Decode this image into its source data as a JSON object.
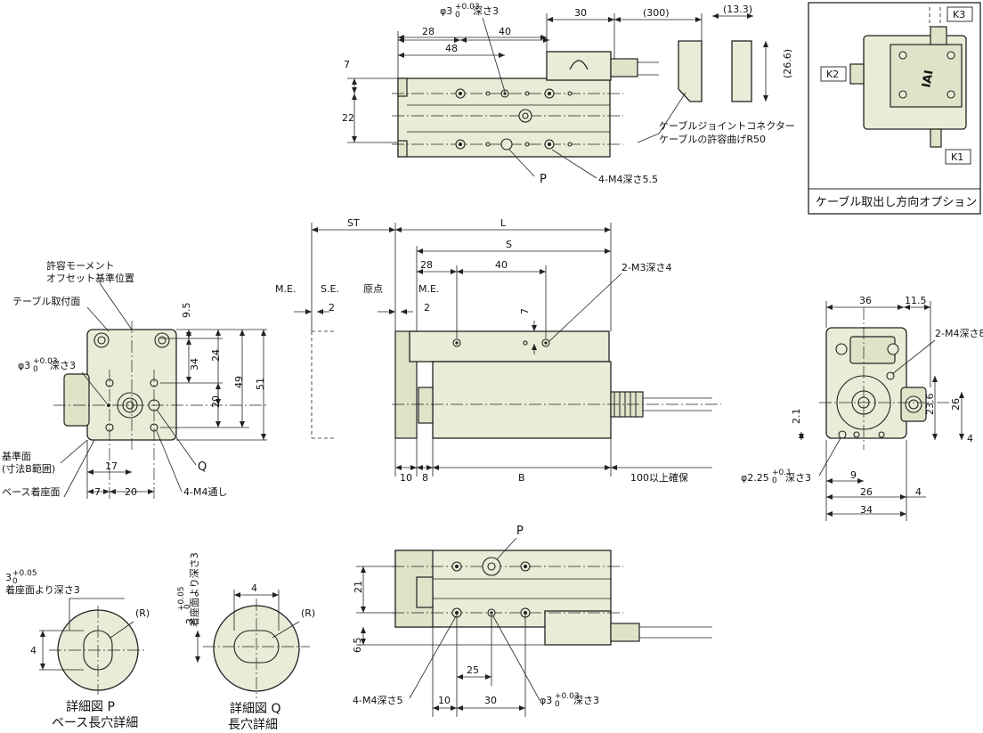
{
  "top_view": {
    "dims": {
      "d30": "30",
      "d300": "(300)",
      "d13_3": "(13.3)",
      "d28": "28",
      "d40": "40",
      "d48": "48",
      "d7": "7",
      "d22": "22",
      "d26_6": "(26.6)"
    },
    "hole_note_prefix": "φ3",
    "hole_note_tol": "+0.03",
    "hole_note_tol0": "0",
    "hole_note_suffix": "深さ3",
    "cable_note_1": "ケーブルジョイントコネクター",
    "cable_note_2": "ケーブルの許容曲げR50",
    "label_p": "P",
    "m4_note": "4-M4深さ5.5"
  },
  "option_box": {
    "k1": "K1",
    "k2": "K2",
    "k3": "K3",
    "logo": "IAI",
    "caption": "ケーブル取出し方向オプション"
  },
  "side_view": {
    "st": "ST",
    "l": "L",
    "s": "S",
    "me1": "M.E.",
    "se": "S.E.",
    "genten": "原点",
    "me2": "M.E.",
    "d2a": "2",
    "d2b": "2",
    "d28": "28",
    "d40": "40",
    "d7": "7",
    "m3": "2-M3深さ4",
    "d10": "10",
    "d8": "8",
    "b": "B",
    "cable": "100以上確保"
  },
  "end_view": {
    "moment_1": "許容モーメント",
    "moment_2": "オフセット基準位置",
    "table": "テーブル取付面",
    "d9_5": "9.5",
    "d34": "34",
    "d24": "24",
    "d49": "49",
    "d51": "51",
    "d20v": "20",
    "hole_prefix": "φ3",
    "hole_tol": "+0.03",
    "hole_tol0": "0",
    "hole_suffix": "深さ3",
    "base_1": "基準面",
    "base_2": "(寸法B範囲)",
    "seat": "ベース着座面",
    "d17": "17",
    "d7": "7",
    "d20": "20",
    "q": "Q",
    "m4": "4-M4通し"
  },
  "right_view": {
    "d36": "36",
    "d11_5": "11.5",
    "m4": "2-M4深さ8",
    "d23_6": "23.6",
    "d26v": "26",
    "d4v": "4",
    "d2_1": "2.1",
    "hole_prefix": "φ2.25",
    "hole_tol": "+0.1",
    "hole_tol0": "0",
    "hole_suffix": "深さ3",
    "d9": "9",
    "d26": "26",
    "d4": "4",
    "d34": "34"
  },
  "detail_p": {
    "tol_a": "3",
    "tol_b": "+0.05",
    "tol_c": "0",
    "note": "着座面より深さ3",
    "r": "(R)",
    "d4": "4",
    "title": "詳細図 P",
    "sub": "ベース長穴詳細"
  },
  "detail_q": {
    "tol_a": "3",
    "tol_b": "+0.05",
    "tol_c": "0",
    "note": "着座面より深さ3",
    "r": "(R)",
    "d4": "4",
    "title": "詳細図 Q",
    "sub": "長穴詳細"
  },
  "bottom_view": {
    "p": "P",
    "d21": "21",
    "d6_5": "6.5",
    "d25": "25",
    "d10": "10",
    "d30": "30",
    "m4": "4-M4深さ5",
    "hole_prefix": "φ3",
    "hole_tol": "+0.03",
    "hole_tol0": "0",
    "hole_suffix": "深さ3"
  }
}
